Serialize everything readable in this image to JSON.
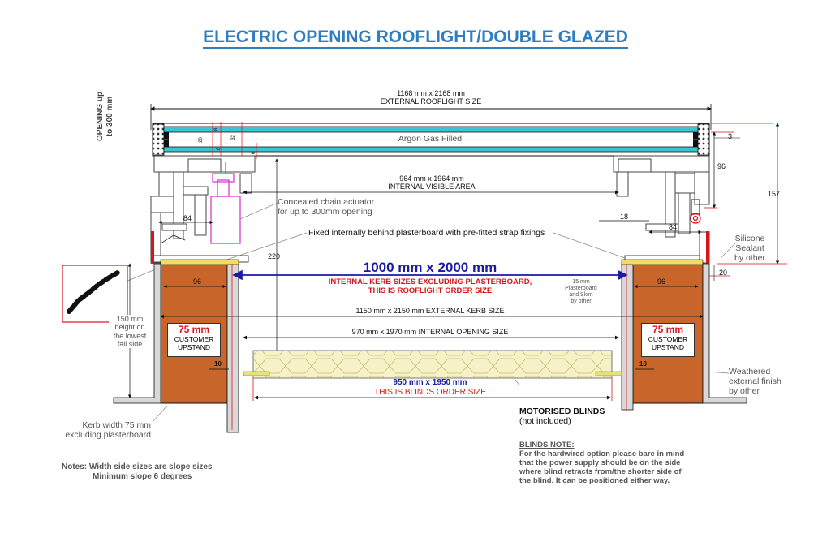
{
  "title": "ELECTRIC OPENING ROOFLIGHT/DOUBLE GLAZED",
  "opening": [
    "OPENING up",
    "to 300 mm"
  ],
  "external_size": [
    "1168 mm x 2168 mm",
    "EXTERNAL ROOFLIGHT SIZE"
  ],
  "argon": "Argon Gas Filled",
  "glass_dims": [
    "20",
    "8",
    "32",
    "6",
    "6"
  ],
  "internal_visible": [
    "964 mm x 1964 mm",
    "INTERNAL VISIBLE AREA"
  ],
  "actuator": [
    "Concealed chain actuator",
    "for up to 300mm opening"
  ],
  "fixed_note": "Fixed internally behind plasterboard with pre-fitted strap fixings",
  "dim_84": "84",
  "dim_18": "18",
  "dim_220": "220",
  "dim_3": "3",
  "dim_96": "96",
  "dim_157": "157",
  "dim_20": "20",
  "silicone": [
    "Silicone",
    "Sealant",
    "by other"
  ],
  "order_size": "1000 mm x 2000 mm",
  "kerb_note": [
    "INTERNAL KERB SIZES EXCLUDING PLASTERBOARD,",
    "THIS IS ROOFLIGHT ORDER SIZE"
  ],
  "plasterboard": [
    "15 mm",
    "Plasterboard",
    "and Skim",
    "by other"
  ],
  "ext_kerb": "1150 mm x 2150 mm EXTERNAL KERB SIZE",
  "int_opening": "970 mm x 1970 mm INTERNAL OPENING SIZE",
  "lowest_fall": [
    "150 mm",
    "height on",
    "the lowest",
    "fall side"
  ],
  "upstand": {
    "size": "75 mm",
    "l1": "CUSTOMER",
    "l2": "UPSTAND"
  },
  "dim_10": "10",
  "blinds_size": [
    "950 mm x 1950 mm",
    "THIS IS BLINDS ORDER SIZE"
  ],
  "motorised": [
    "MOTORISED BLINDS",
    "(not included)"
  ],
  "weathered": [
    "Weathered",
    "external finish",
    "by other"
  ],
  "kerb_width": [
    "Kerb width 75 mm",
    "excluding plasterboard"
  ],
  "notes": [
    "Notes: Width side sizes are slope sizes",
    "Minimum slope 6 degrees"
  ],
  "blinds_note": {
    "heading": "BLINDS NOTE:",
    "lines": [
      "For the hardwired option please bare in mind",
      "that the power supply should be on the side",
      "where blind retracts from/the shorter side of",
      "the blind. It can be positioned either way."
    ]
  },
  "colors": {
    "title": "#2f7ec1",
    "glass": "#39c6d4",
    "kerb": "#c8652a",
    "red": "#d9141b",
    "blue": "#1a1aa6",
    "insulation": "#f6f2c8",
    "actuator": "#d63fd6"
  }
}
